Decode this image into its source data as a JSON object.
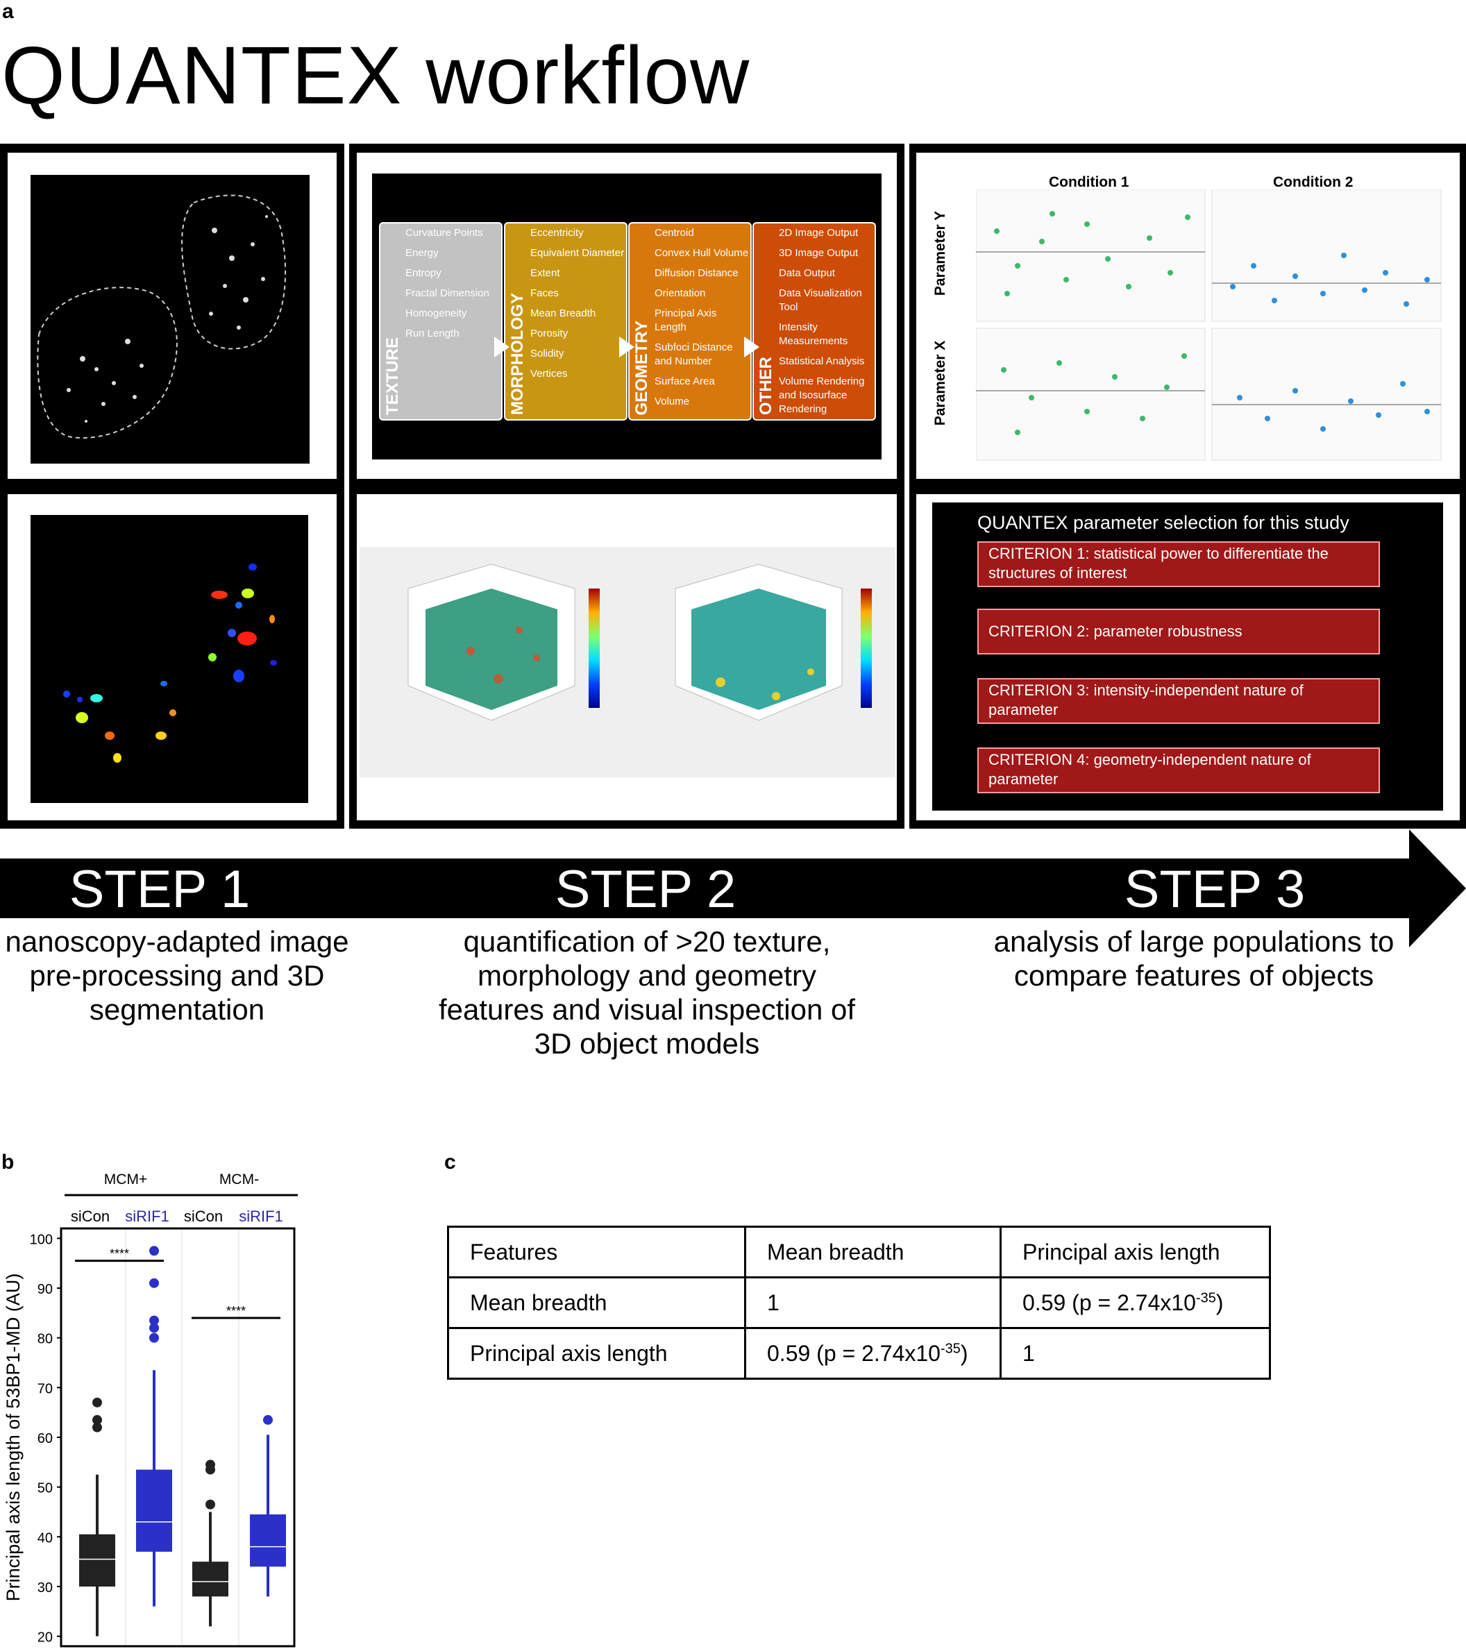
{
  "figure": {
    "panel_a_letter": "a",
    "title": "QUANTEX workflow",
    "panel_b_letter": "b",
    "panel_c_letter": "c"
  },
  "step2_table": {
    "categories": [
      {
        "name": "TEXTURE",
        "items": [
          "Curvature Points",
          "Energy",
          "Entropy",
          "Fractal Dimension",
          "Homogeneity",
          "Run Length"
        ]
      },
      {
        "name": "MORPHOLOGY",
        "items": [
          "Eccentricity",
          "Equivalent Diameter",
          "Extent",
          "Faces",
          "Mean Breadth",
          "Porosity",
          "Solidity",
          "Vertices"
        ]
      },
      {
        "name": "GEOMETRY",
        "items": [
          "Centroid",
          "Convex Hull Volume",
          "Diffusion Distance",
          "Orientation",
          "Principal Axis Length",
          "Subfoci Distance and Number",
          "Surface Area",
          "Volume"
        ]
      },
      {
        "name": "OTHER",
        "items": [
          "2D Image Output",
          "3D Image Output",
          "Data Output",
          "Data Visualization Tool",
          "Intensity Measurements",
          "Statistical Analysis",
          "Volume Rendering and Isosurface Rendering"
        ]
      }
    ]
  },
  "step3_plot": {
    "condition_1": "Condition 1",
    "condition_2": "Condition 2",
    "param_y": "Parameter Y",
    "param_x": "Parameter X"
  },
  "criteria": {
    "heading": "QUANTEX parameter selection for this study",
    "items": [
      "CRITERION 1: statistical power to differentiate  the structures of interest",
      "CRITERION 2: parameter robustness",
      "CRITERION 3: intensity-independent nature of parameter",
      "CRITERION 4: geometry-independent nature of parameter"
    ]
  },
  "steps": [
    {
      "title": "STEP 1",
      "desc": "nanoscopy-adapted image pre-processing and 3D segmentation"
    },
    {
      "title": "STEP 2",
      "desc": "quantification of >20 texture, morphology and geometry features and visual inspection of 3D object models"
    },
    {
      "title": "STEP 3",
      "desc": "analysis of large populations to compare features of objects"
    }
  ],
  "chart_data": {
    "type": "box",
    "ylabel": "Principal axis length of 53BP1-MD (AU)",
    "ylim": [
      18,
      102
    ],
    "yticks": [
      20,
      30,
      40,
      50,
      60,
      70,
      80,
      90,
      100
    ],
    "groups": [
      {
        "label": "MCM+",
        "significance": "****"
      },
      {
        "label": "MCM-",
        "significance": "****"
      }
    ],
    "series": [
      {
        "name": "siCon",
        "group": "MCM+",
        "color": "#222222",
        "whisker_low": 20,
        "q1": 30,
        "median": 35.5,
        "q3": 40.5,
        "whisker_high": 52.5,
        "outliers": [
          62,
          63.5,
          67
        ]
      },
      {
        "name": "siRIF1",
        "group": "MCM+",
        "color": "#2a30c8",
        "whisker_low": 26,
        "q1": 37,
        "median": 43,
        "q3": 53.5,
        "whisker_high": 73.5,
        "outliers": [
          80,
          82,
          83.5,
          91,
          97.5
        ]
      },
      {
        "name": "siCon",
        "group": "MCM-",
        "color": "#222222",
        "whisker_low": 22,
        "q1": 28,
        "median": 31,
        "q3": 35,
        "whisker_high": 45,
        "outliers": [
          46.5,
          53.5,
          54.5
        ]
      },
      {
        "name": "siRIF1",
        "group": "MCM-",
        "color": "#2a30c8",
        "whisker_low": 28,
        "q1": 34,
        "median": 38,
        "q3": 44.5,
        "whisker_high": 60.5,
        "outliers": [
          63.5
        ]
      }
    ]
  },
  "correlation_table": {
    "header": [
      "Features",
      "Mean breadth",
      "Principal axis length"
    ],
    "rows": [
      {
        "label": "Mean breadth",
        "c1": "1",
        "c2_base": "0.59 (p = 2.74x10",
        "c2_exp": "-35",
        "c2_tail": ")"
      },
      {
        "label": "Principal axis length",
        "c1_base": "0.59 (p = 2.74x10",
        "c1_exp": "-35",
        "c1_tail": ")",
        "c2": "1"
      }
    ]
  }
}
